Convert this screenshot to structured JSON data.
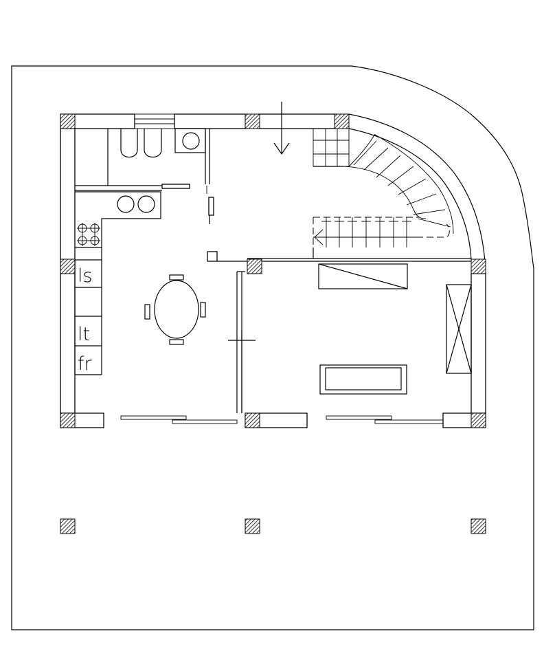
{
  "diagram": {
    "kind": "architectural floor plan",
    "labels": {
      "dishwasher": "ls",
      "washing_machine": "lt",
      "fridge": "fr"
    },
    "colors": {
      "line": "#000000",
      "background": "#ffffff",
      "column_hatch": "#000000"
    },
    "icons": [
      "column-hatch-icon",
      "entrance-arrow-icon",
      "stair-direction-arrow-icon",
      "sink-icon",
      "cooktop-burner-icon"
    ]
  }
}
